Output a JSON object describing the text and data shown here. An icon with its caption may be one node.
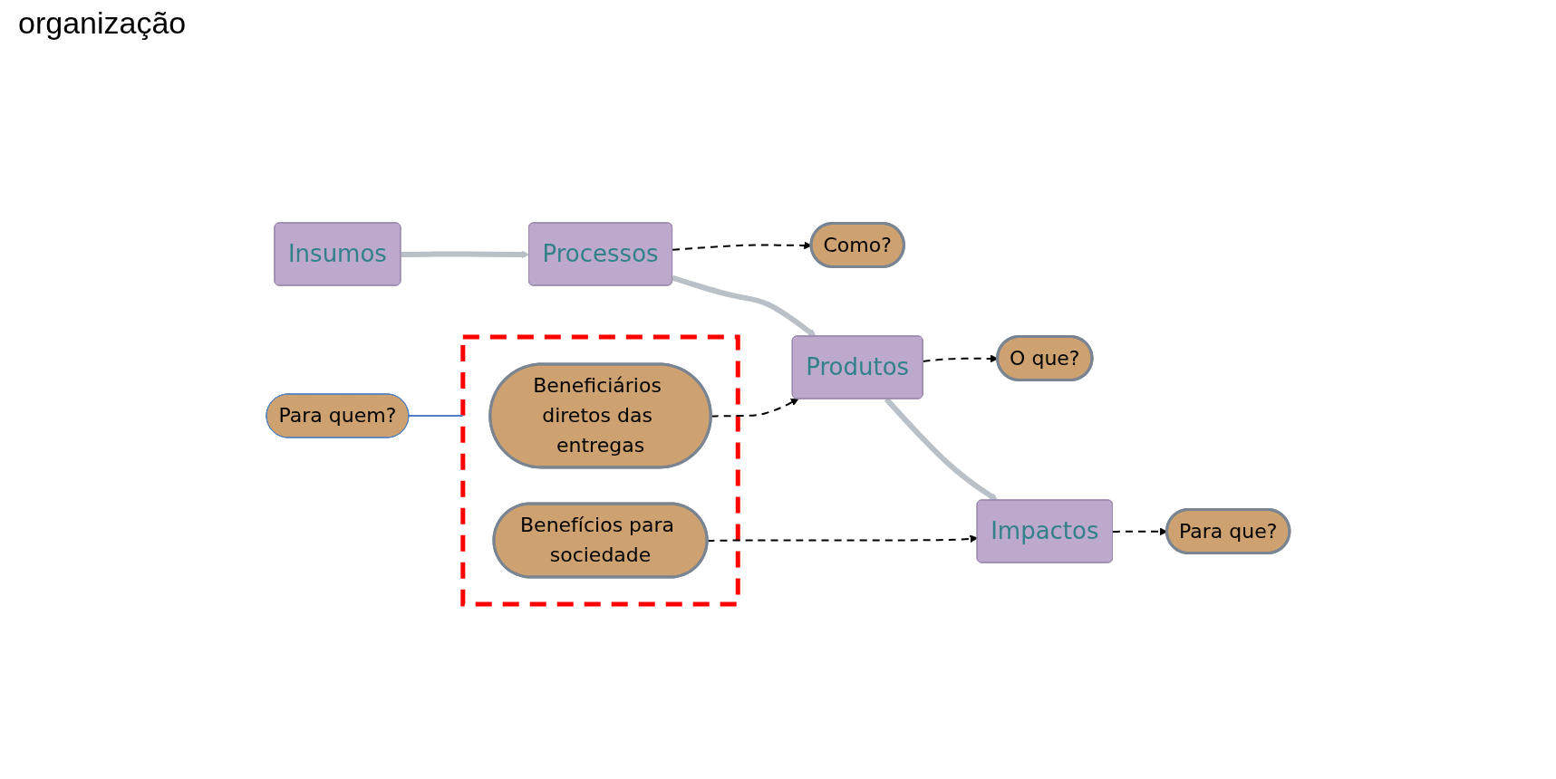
{
  "diagram": {
    "nodes": [
      {
        "text": [
          "Insumos"
        ]
      },
      {
        "text": [
          "Processos"
        ]
      },
      {
        "text": [
          "Produtos"
        ]
      },
      {
        "text": [
          "Impactos"
        ]
      },
      {
        "text": [
          "Como?"
        ]
      },
      {
        "text": [
          "O que?"
        ]
      },
      {
        "text": [
          "Para que?"
        ]
      },
      {
        "text": [],
        "shape": "box"
      },
      {
        "text": [
          "Beneficiários diretos das entregas"
        ],
        "in": 7
      },
      {
        "text": [
          "Benefícios para sociedade"
        ],
        "in": 7
      },
      {
        "text": [
          "Para quem?"
        ]
      }
    ],
    "edges": [
      {
        "from": 0,
        "to": 1,
        "arrow": "to",
        "style": "thick",
        "color": "#b9c0c8"
      },
      {
        "from": 1,
        "to": 2,
        "arrow": "to",
        "style": "thick",
        "color": "#b9c0c8"
      },
      {
        "from": 2,
        "to": 3,
        "arrow": "to",
        "style": "thick",
        "color": "#b9c0c8"
      },
      {
        "from": 1,
        "to": 4,
        "arrow": "to",
        "style": "dashed"
      },
      {
        "from": 2,
        "to": 5,
        "arrow": "to",
        "style": "dashed"
      },
      {
        "from": 3,
        "to": 6,
        "arrow": "to",
        "style": "dashed"
      },
      {
        "from": 8,
        "to": 2,
        "arrow": "to",
        "style": "dashed"
      },
      {
        "from": 9,
        "to": 3,
        "arrow": "to",
        "style": "dashed"
      },
      {
        "from": 10,
        "to": 7,
        "arrow": "none",
        "color": "#4f7fc0"
      }
    ],
    "labels": [
      "organização"
    ]
  }
}
